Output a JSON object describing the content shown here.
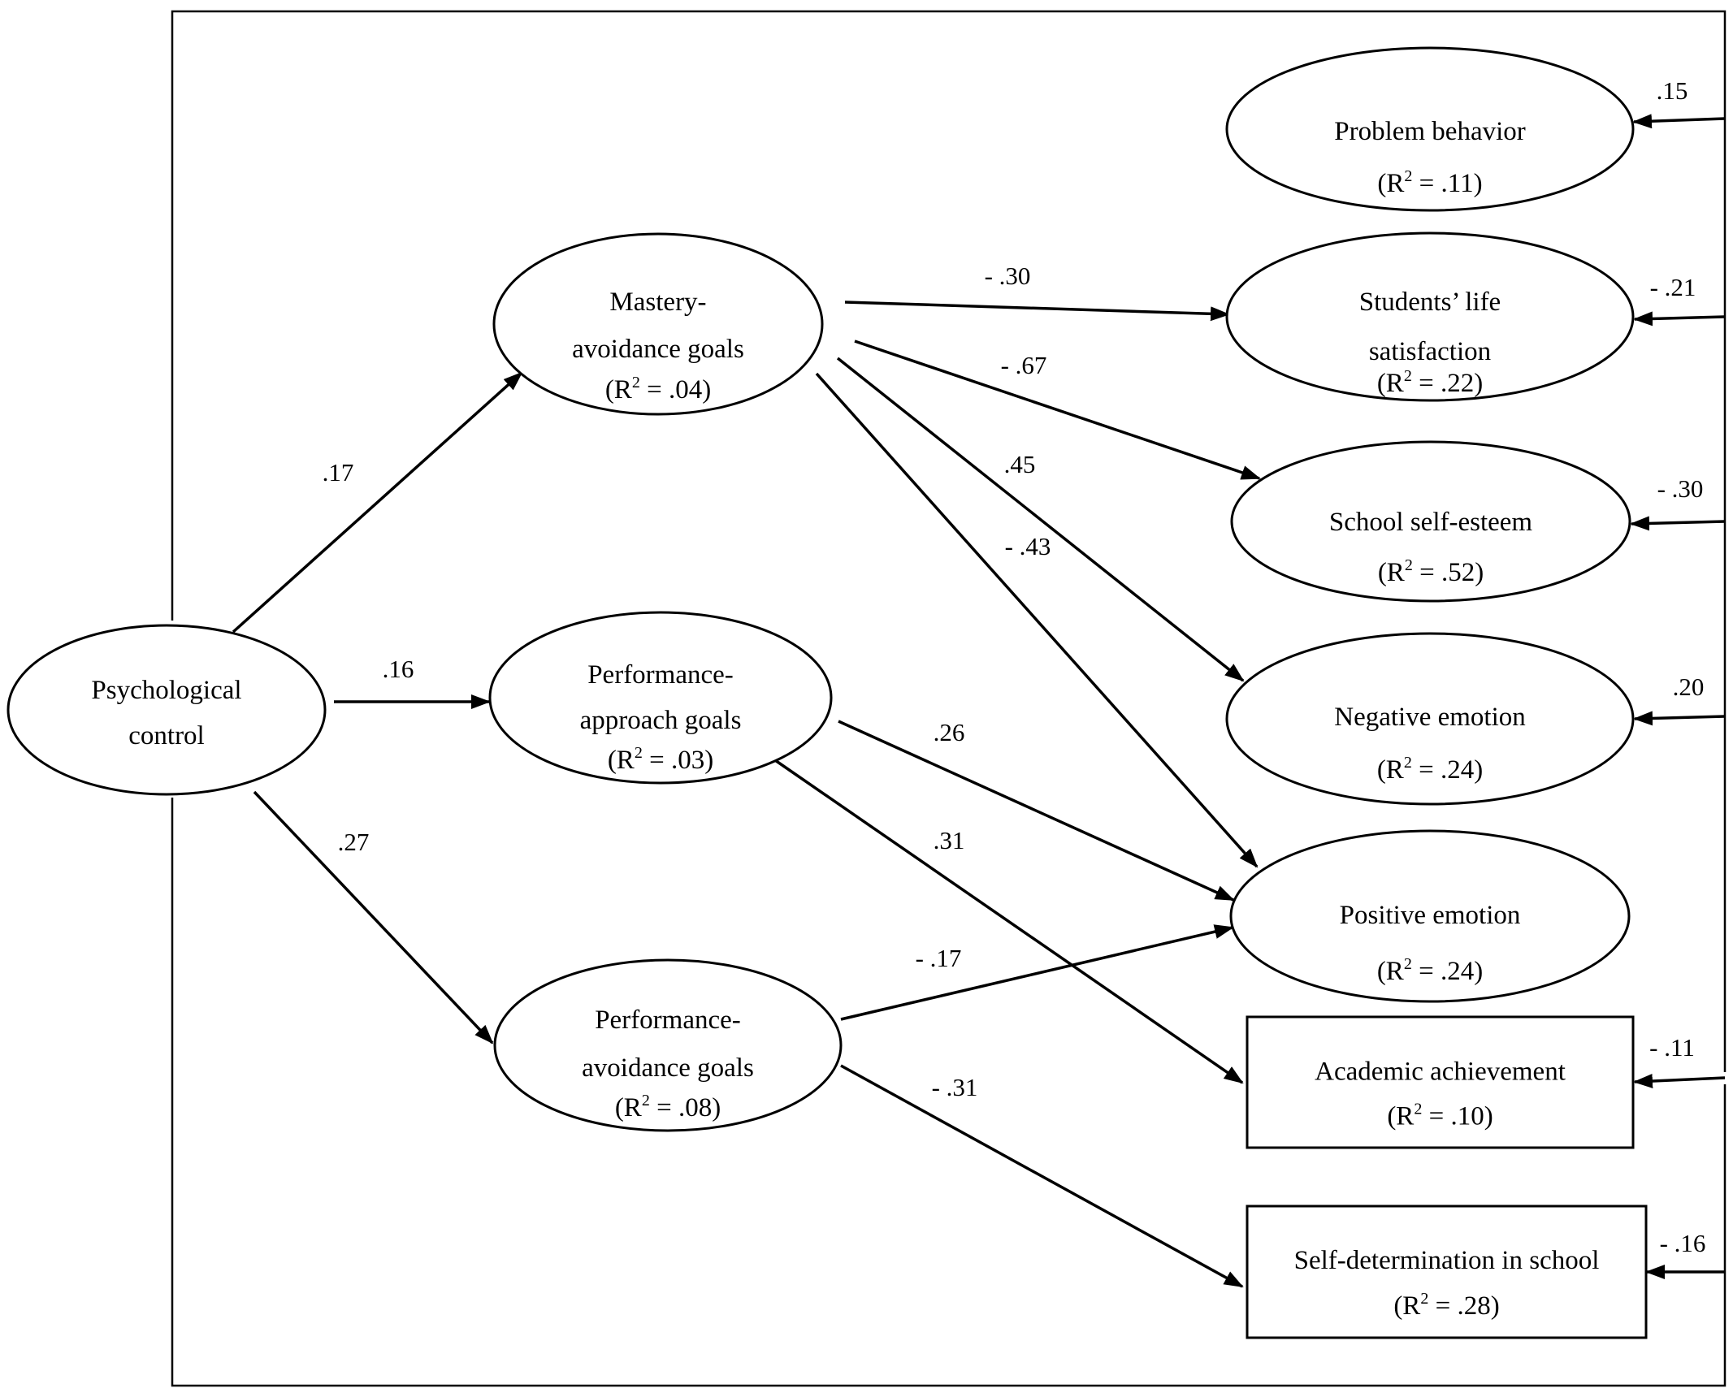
{
  "nodes": [
    {
      "id": "psych",
      "shape": "ellipse",
      "lines": [
        "Psychological",
        "control"
      ]
    },
    {
      "id": "mav",
      "shape": "ellipse",
      "lines": [
        "Mastery-",
        "avoidance goals"
      ],
      "r2": ".04"
    },
    {
      "id": "pap",
      "shape": "ellipse",
      "lines": [
        "Performance-",
        "approach goals"
      ],
      "r2": ".03"
    },
    {
      "id": "pav",
      "shape": "ellipse",
      "lines": [
        "Performance-",
        "avoidance goals"
      ],
      "r2": ".08"
    },
    {
      "id": "prob",
      "shape": "ellipse",
      "lines": [
        "Problem behavior"
      ],
      "r2": ".11"
    },
    {
      "id": "life",
      "shape": "ellipse",
      "lines": [
        "Students’ life",
        "satisfaction"
      ],
      "r2": ".22"
    },
    {
      "id": "self",
      "shape": "ellipse",
      "lines": [
        "School self-esteem"
      ],
      "r2": ".52"
    },
    {
      "id": "neg",
      "shape": "ellipse",
      "lines": [
        "Negative emotion"
      ],
      "r2": ".24"
    },
    {
      "id": "pos",
      "shape": "ellipse",
      "lines": [
        "Positive emotion"
      ],
      "r2": ".24"
    },
    {
      "id": "acad",
      "shape": "rect",
      "lines": [
        "Academic achievement"
      ],
      "r2": ".10"
    },
    {
      "id": "sdet",
      "shape": "rect",
      "lines": [
        "Self-determination in school"
      ],
      "r2": ".28"
    }
  ],
  "paths": [
    {
      "from": "psych",
      "to": "mav",
      "coef": ".17"
    },
    {
      "from": "psych",
      "to": "pap",
      "coef": ".16"
    },
    {
      "from": "psych",
      "to": "pav",
      "coef": ".27"
    },
    {
      "from": "mav",
      "to": "life",
      "coef": "- .30"
    },
    {
      "from": "mav",
      "to": "self",
      "coef": "- .67"
    },
    {
      "from": "mav",
      "to": "neg",
      "coef": ".45"
    },
    {
      "from": "mav",
      "to": "pos",
      "coef": "- .43"
    },
    {
      "from": "pap",
      "to": "pos",
      "coef": ".26"
    },
    {
      "from": "pap",
      "to": "acad",
      "coef": ".31"
    },
    {
      "from": "pav",
      "to": "pos",
      "coef": "- .17"
    },
    {
      "from": "pav",
      "to": "sdet",
      "coef": "- .31"
    }
  ],
  "direct_paths": [
    {
      "from": "psych",
      "to": "prob",
      "coef": ".15"
    },
    {
      "from": "psych",
      "to": "life",
      "coef": "- .21"
    },
    {
      "from": "psych",
      "to": "self",
      "coef": "- .30"
    },
    {
      "from": "psych",
      "to": "neg",
      "coef": ".20"
    },
    {
      "from": "psych",
      "to": "acad",
      "coef": "- .11"
    },
    {
      "from": "psych",
      "to": "sdet",
      "coef": "- .16"
    }
  ],
  "r2_prefix": "(R",
  "r2_sup": "2",
  "r2_mid": " = ",
  "r2_suffix": ")"
}
